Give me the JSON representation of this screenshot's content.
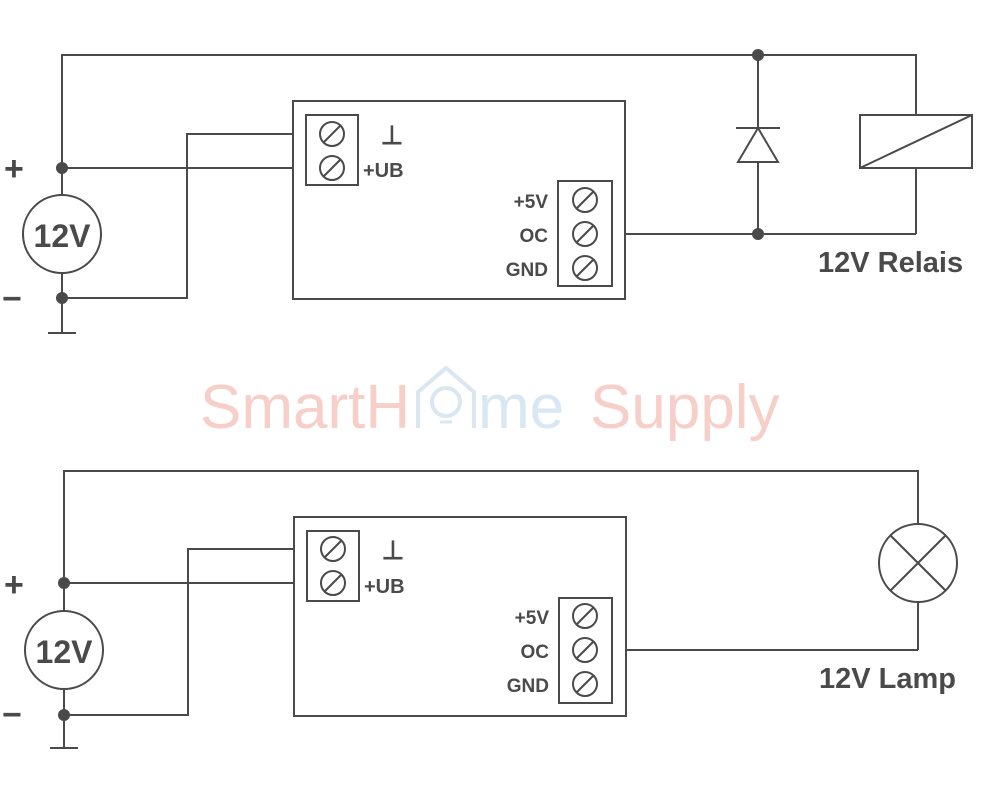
{
  "watermark": {
    "part1": "SmartH",
    "part2": "me",
    "part3": "Supply",
    "colors": {
      "warm": "#f6cfc9",
      "cool": "#d9e7f2"
    }
  },
  "diagrams": [
    {
      "source_label": "12V",
      "plus_sign": "+",
      "minus_sign": "−",
      "module": {
        "ground_symbol": "⊥",
        "ub_label": "+UB",
        "output_labels": [
          "+5V",
          "OC",
          "GND"
        ]
      },
      "load_label": "12V Relais"
    },
    {
      "source_label": "12V",
      "plus_sign": "+",
      "minus_sign": "−",
      "module": {
        "ground_symbol": "⊥",
        "ub_label": "+UB",
        "output_labels": [
          "+5V",
          "OC",
          "GND"
        ]
      },
      "load_label": "12V Lamp"
    }
  ],
  "colors": {
    "line": "#4a4a4a",
    "background": "#ffffff"
  }
}
